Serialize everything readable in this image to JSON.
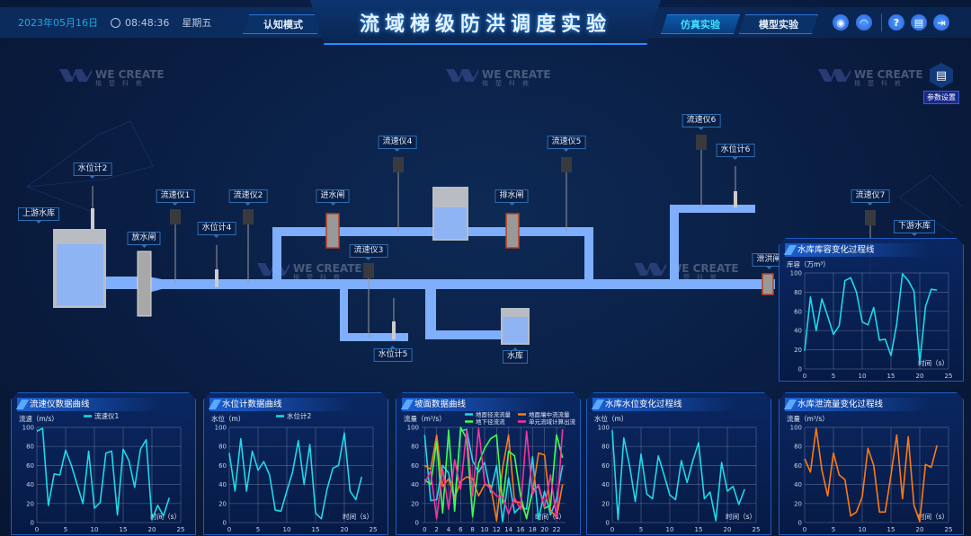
{
  "header": {
    "date": "2023年05月16日",
    "time": "08:48:36",
    "weekday": "星期五",
    "title": "流域梯级防洪调度实验",
    "mode_button": "认知模式",
    "tabs": [
      "仿真实验",
      "模型实验"
    ],
    "icons": [
      "camera-icon",
      "gauge-icon",
      "help-icon",
      "export-icon",
      "logout-icon"
    ]
  },
  "param_settings": "参数设置",
  "watermark": {
    "brand": "WE CREATE",
    "sub": "楷楚科教"
  },
  "diagram_labels": {
    "upstream_reservoir": "上游水库",
    "level2": "水位计2",
    "release_gate": "放水闸",
    "flow1": "流速仪1",
    "flow2": "流速仪2",
    "level4": "水位计4",
    "inlet_gate": "进水闸",
    "flow4": "流速仪4",
    "flow3": "流速仪3",
    "level5": "水位计5",
    "drain_gate": "排水闸",
    "flow5": "流速仪5",
    "reservoir": "水库",
    "flow6": "流速仪6",
    "level6": "水位计6",
    "flood_gate": "泄洪闸",
    "flow7": "流速仪7",
    "downstream_reservoir": "下游水库"
  },
  "colors": {
    "cyan": "#1fd8e8",
    "orange": "#ff7a10",
    "green": "#3cff50",
    "pink": "#ff2fa0",
    "pipe": "#7eaefc"
  },
  "chart_data": [
    {
      "id": "storage",
      "type": "line",
      "title": "水库库容变化过程线",
      "ylabel": "库容（万m³）",
      "xlabel": "时间（s）",
      "xlim": [
        0,
        25
      ],
      "ylim": [
        0,
        100
      ],
      "xticks": [
        0,
        5,
        10,
        15,
        20,
        25
      ],
      "yticks": [
        0,
        20,
        40,
        60,
        80,
        100
      ],
      "legend": [],
      "series": [
        {
          "name": "库容",
          "color": "#1fd8e8",
          "values": [
            19,
            75,
            40,
            73,
            55,
            36,
            45,
            92,
            95,
            80,
            49,
            46,
            64,
            30,
            31,
            14,
            47,
            99,
            92,
            81,
            6,
            65,
            83,
            82
          ]
        }
      ]
    },
    {
      "id": "flow",
      "type": "line",
      "title": "流速仪数据曲线",
      "ylabel": "流速（m/s）",
      "xlabel": "时间（s）",
      "xlim": [
        0,
        25
      ],
      "ylim": [
        0,
        100
      ],
      "xticks": [
        0,
        5,
        10,
        15,
        20,
        25
      ],
      "yticks": [
        0,
        20,
        40,
        60,
        80,
        100
      ],
      "legend": [
        "流速仪1"
      ],
      "series": [
        {
          "name": "流速仪1",
          "color": "#1fd8e8",
          "values": [
            96,
            99,
            18,
            51,
            50,
            76,
            60,
            40,
            20,
            75,
            15,
            21,
            73,
            75,
            8,
            77,
            65,
            37,
            77,
            87,
            3,
            18,
            7,
            26
          ]
        }
      ]
    },
    {
      "id": "level",
      "type": "line",
      "title": "水位计数据曲线",
      "ylabel": "水位（m）",
      "xlabel": "时间（s）",
      "xlim": [
        0,
        25
      ],
      "ylim": [
        0,
        100
      ],
      "xticks": [
        0,
        5,
        10,
        15,
        20,
        25
      ],
      "yticks": [
        0,
        20,
        40,
        60,
        80,
        100
      ],
      "legend": [
        "水位计2"
      ],
      "series": [
        {
          "name": "水位计2",
          "color": "#1fd8e8",
          "values": [
            73,
            33,
            88,
            33,
            75,
            55,
            64,
            50,
            13,
            12,
            33,
            53,
            86,
            40,
            82,
            10,
            4,
            35,
            57,
            60,
            94,
            33,
            24,
            48
          ]
        }
      ]
    },
    {
      "id": "slope",
      "type": "line",
      "title": "坡面数据曲线",
      "ylabel": "流量（m³/s）",
      "xlabel": "时间（s）",
      "xlim": [
        -0.5,
        23.5
      ],
      "ylim": [
        0,
        100
      ],
      "xticks": [
        0,
        2,
        4,
        6,
        8,
        10,
        12,
        14,
        16,
        18,
        20,
        22
      ],
      "yticks": [
        0,
        20,
        40,
        60,
        80,
        100
      ],
      "legend": [
        "地面径流流量",
        "地面壤中流流量",
        "地下径流流",
        "单元流域计算出流"
      ],
      "series": [
        {
          "name": "地面径流流量",
          "color": "#1fd8e8",
          "values": [
            92,
            23,
            24,
            60,
            52,
            22,
            96,
            98,
            65,
            53,
            63,
            32,
            60,
            1,
            47,
            10,
            17,
            14,
            69,
            3,
            33,
            8,
            25,
            60
          ]
        },
        {
          "name": "地面壤中流流量",
          "color": "#ff7a10",
          "values": [
            60,
            56,
            92,
            38,
            46,
            26,
            43,
            48,
            46,
            28,
            40,
            39,
            2,
            57,
            92,
            22,
            21,
            6,
            32,
            73,
            71,
            13,
            5,
            40
          ]
        },
        {
          "name": "地下径流流",
          "color": "#3cff50",
          "values": [
            45,
            40,
            85,
            10,
            97,
            12,
            100,
            88,
            6,
            62,
            78,
            88,
            92,
            20,
            75,
            70,
            28,
            4,
            34,
            38,
            15,
            18,
            92,
            68
          ]
        },
        {
          "name": "单元流域计算出流",
          "color": "#ff2fa0",
          "values": [
            41,
            54,
            4,
            56,
            14,
            66,
            35,
            97,
            28,
            99,
            42,
            35,
            28,
            27,
            9,
            26,
            14,
            96,
            30,
            40,
            16,
            50,
            5,
            98
          ]
        }
      ]
    },
    {
      "id": "res_level",
      "type": "line",
      "title": "水库水位变化过程线",
      "ylabel": "水位（m）",
      "xlabel": "时间（s）",
      "xlim": [
        0,
        25
      ],
      "ylim": [
        0,
        100
      ],
      "xticks": [
        0,
        5,
        10,
        15,
        20,
        25
      ],
      "yticks": [
        0,
        20,
        40,
        60,
        80,
        100
      ],
      "legend": [],
      "series": [
        {
          "name": "水位",
          "color": "#1fd8e8",
          "values": [
            97,
            3,
            89,
            60,
            22,
            72,
            30,
            25,
            70,
            50,
            29,
            24,
            65,
            42,
            65,
            84,
            25,
            32,
            2,
            63,
            33,
            38,
            19,
            35
          ]
        }
      ]
    },
    {
      "id": "discharge",
      "type": "line",
      "title": "水库泄流量变化过程线",
      "ylabel": "流量（m³/s）",
      "xlabel": "时间（s）",
      "xlim": [
        0,
        25
      ],
      "ylim": [
        0,
        100
      ],
      "xticks": [
        0,
        5,
        10,
        15,
        20,
        25
      ],
      "yticks": [
        0,
        20,
        40,
        60,
        80,
        100
      ],
      "legend": [],
      "series": [
        {
          "name": "泄流量",
          "color": "#ff7a10",
          "values": [
            67,
            53,
            99,
            55,
            28,
            73,
            50,
            45,
            7,
            11,
            27,
            78,
            60,
            11,
            11,
            50,
            92,
            25,
            90,
            18,
            1,
            61,
            58,
            81
          ]
        }
      ]
    }
  ]
}
